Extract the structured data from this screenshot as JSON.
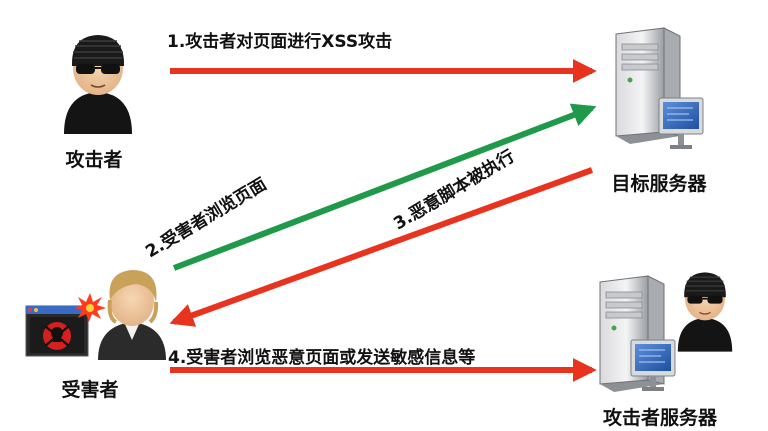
{
  "colors": {
    "red_arrow": "#e8331f",
    "green_arrow": "#1f9a4a",
    "text": "#111111"
  },
  "nodes": {
    "attacker": {
      "label": "攻击者",
      "icon": "hacker-icon"
    },
    "target_server": {
      "label": "目标服务器",
      "icon": "server-icon"
    },
    "victim": {
      "label": "受害者",
      "icon": "user-icon"
    },
    "attacker_server": {
      "label": "攻击者服务器",
      "icon": "server-hacker-icon"
    }
  },
  "steps": [
    {
      "label": "1.攻击者对页面进行XSS攻击",
      "from": "attacker",
      "to": "target_server",
      "color": "#e8331f"
    },
    {
      "label": "2.受害者浏览页面",
      "from": "victim",
      "to": "target_server",
      "color": "#1f9a4a"
    },
    {
      "label": "3.恶意脚本被执行",
      "from": "target_server",
      "to": "victim",
      "color": "#e8331f"
    },
    {
      "label": "4.受害者浏览恶意页面或发送敏感信息等",
      "from": "victim",
      "to": "attacker_server",
      "color": "#e8331f"
    }
  ]
}
